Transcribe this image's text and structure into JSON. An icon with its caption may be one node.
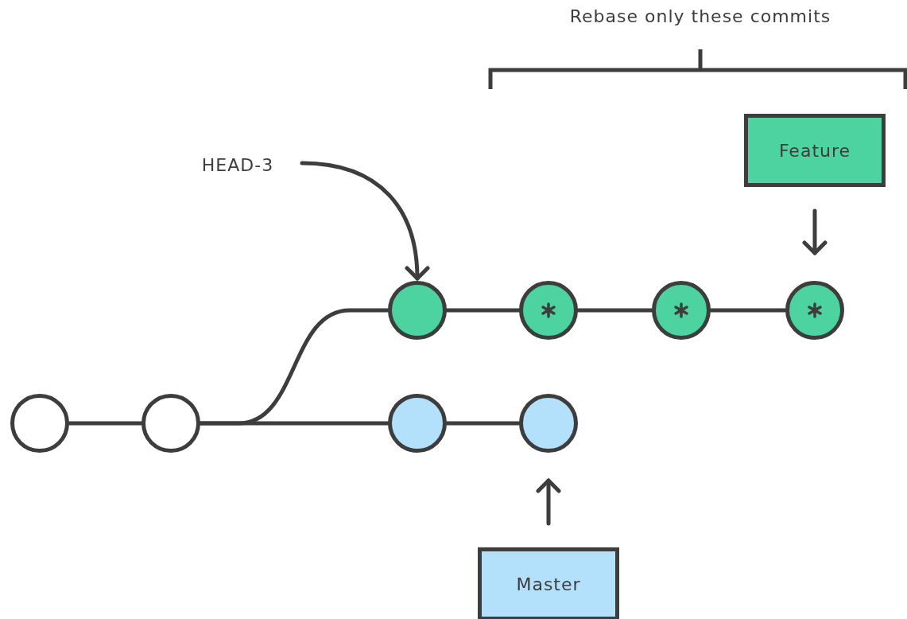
{
  "diagram": {
    "nodes": [
      {
        "text": [],
        "shape": "circle"
      },
      {
        "text": [],
        "shape": "circle"
      },
      {
        "text": [],
        "shape": "circle"
      },
      {
        "text": [],
        "shape": "circle"
      },
      {
        "text": [],
        "shape": "circle"
      },
      {
        "text": [],
        "shape": "circle"
      },
      {
        "text": [],
        "shape": "circle"
      },
      {
        "text": [],
        "shape": "circle"
      },
      {
        "text": [
          "Feature"
        ]
      },
      {
        "text": [
          "Master"
        ]
      },
      {
        "text": [
          "HEAD-3"
        ]
      }
    ],
    "edges": [
      {
        "from": 0,
        "to": 1,
        "arrow": "none"
      },
      {
        "from": 1,
        "to": 2,
        "arrow": "none"
      },
      {
        "from": 2,
        "to": 3,
        "arrow": "none"
      },
      {
        "from": 3,
        "to": 4,
        "arrow": "none"
      },
      {
        "from": 4,
        "to": 5,
        "arrow": "none"
      },
      {
        "from": 1,
        "to": 6,
        "arrow": "none"
      },
      {
        "from": 6,
        "to": 7,
        "arrow": "none"
      },
      {
        "from": 8,
        "to": 5,
        "arrow": "to"
      },
      {
        "from": 9,
        "to": 7,
        "arrow": "to"
      },
      {
        "from": 10,
        "to": 2,
        "arrow": "to"
      }
    ],
    "labels": [
      "Rebase only these commits"
    ]
  }
}
